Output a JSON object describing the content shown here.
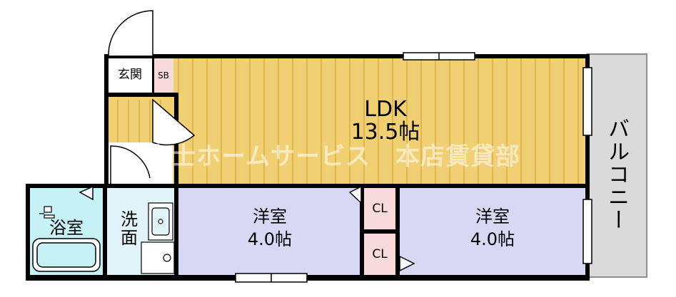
{
  "rooms": {
    "ldk": {
      "name": "LDK",
      "size": "13.5帖"
    },
    "western1": {
      "name": "洋室",
      "size": "4.0帖"
    },
    "western2": {
      "name": "洋室",
      "size": "4.0帖"
    },
    "bath": "浴室",
    "washroom": "洗\n面",
    "entrance": "玄関",
    "shoe_box": "SB",
    "closet1": "CL",
    "closet2": "CL",
    "balcony": "バルコニー"
  },
  "watermark": "富士ホームサービス　本店賃貸部",
  "colors": {
    "ldk_floor": "#f0d072",
    "western_floor": "#d8d8f4",
    "bath_floor": "#c6f2f6",
    "washroom_floor": "#e0f3f8",
    "closet_floor": "#f9dada",
    "balcony_floor": "#dadada",
    "walls": "#000000"
  }
}
